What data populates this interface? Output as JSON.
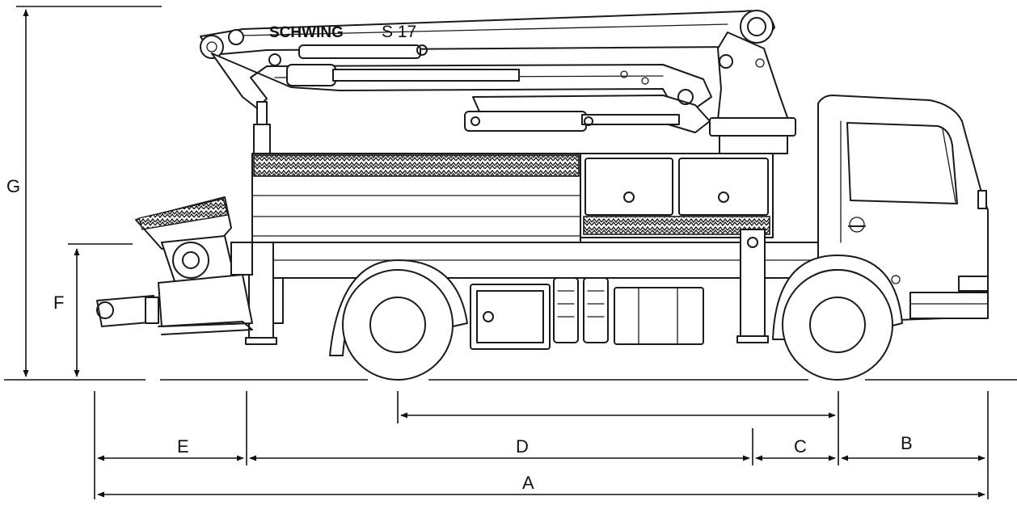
{
  "diagram": {
    "brand_text": "SCHWING",
    "model_text": "S 17",
    "dimension_labels": {
      "A": "A",
      "B": "B",
      "C": "C",
      "D": "D",
      "E": "E",
      "F": "F",
      "G": "G"
    }
  },
  "colors": {
    "line": "#1a1a1a",
    "background": "#ffffff"
  }
}
